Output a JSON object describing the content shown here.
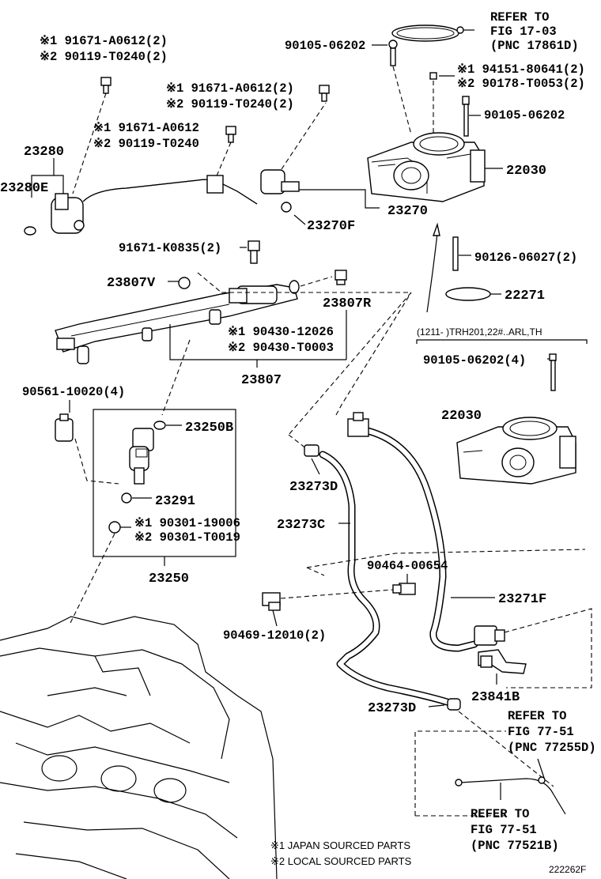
{
  "labels": {
    "refer_top_1": "REFER TO",
    "refer_top_2": "FIG 17-03",
    "refer_top_3": "(PNC 17861D)",
    "p_90105_06202_a": "90105-06202",
    "p_94151": "※1 94151-80641(2)",
    "p_90178": "※2 90178-T0053(2)",
    "p_90105_06202_b": "90105-06202",
    "p_22030_a": "22030",
    "p_23270": "23270",
    "p_23270f": "23270F",
    "p_90126": "90126-06027(2)",
    "p_22271": "22271",
    "trh_note": "(1211-      )TRH201,22#..ARL,TH",
    "p_90105_06202_c": "90105-06202(4)",
    "p_22030_b": "22030",
    "tl_1": "※1 91671-A0612(2)",
    "tl_2": "※2 90119-T0240(2)",
    "m_1": "※1 91671-A0612(2)",
    "m_2": "※2 90119-T0240(2)",
    "n_1": "※1 91671-A0612",
    "n_2": "※2 90119-T0240",
    "p_23280": "23280",
    "p_23280e": "23280E",
    "p_91671_k0835": "91671-K0835(2)",
    "p_23807v": "23807V",
    "p_23807r": "23807R",
    "p_90430_1": "※1 90430-12026",
    "p_90430_2": "※2 90430-T0003",
    "p_23807": "23807",
    "p_90561": "90561-10020(4)",
    "p_23250b": "23250B",
    "p_23291": "23291",
    "p_90301_1": "※1 90301-19006",
    "p_90301_2": "※2 90301-T0019",
    "p_23250": "23250",
    "p_23273d_a": "23273D",
    "p_23273c": "23273C",
    "p_90464": "90464-00654",
    "p_23271f": "23271F",
    "p_90469": "90469-12010(2)",
    "p_23841b": "23841B",
    "p_23273d_b": "23273D",
    "refer_b_1": "REFER TO",
    "refer_b_2": "FIG 77-51",
    "refer_b_3": "(PNC 77255D)",
    "refer_c_1": "REFER TO",
    "refer_c_2": "FIG 77-51",
    "refer_c_3": "(PNC 77521B)",
    "legend_1": "※1 JAPAN SOURCED PARTS",
    "legend_2": "※2 LOCAL SOURCED PARTS",
    "fig_id": "222262F"
  }
}
